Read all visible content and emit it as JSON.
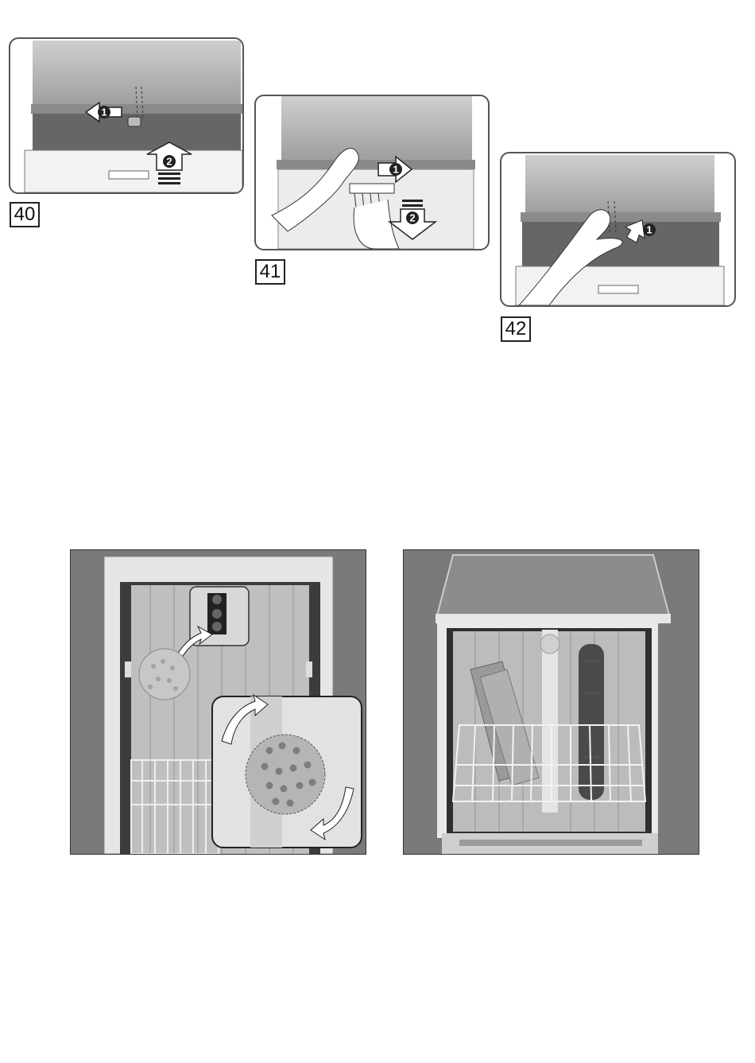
{
  "figures": [
    {
      "label": "40",
      "steps": [
        "1",
        "2"
      ]
    },
    {
      "label": "41",
      "steps": [
        "1",
        "2"
      ]
    },
    {
      "label": "42",
      "steps": [
        "1"
      ]
    }
  ],
  "photos": [
    {
      "name": "dishwasher-interior-spray-arm-detail"
    },
    {
      "name": "dishwasher-loaded-racks"
    }
  ]
}
